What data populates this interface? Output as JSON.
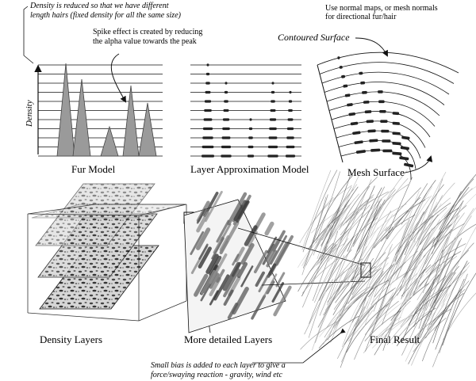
{
  "annotations": {
    "density_note_1": "Density is reduced so that we have different",
    "density_note_2": "length hairs (fixed density for all the same size)",
    "spike_note_1": "Spike effect is created by reducing",
    "spike_note_2": "the alpha value towards the peak",
    "normal_note_1": "Use normal maps, or mesh normals",
    "normal_note_2": "for directional fur/hair",
    "contoured_surface": "Contoured Surface",
    "bias_note_1": "Small bias is added to each layer to give a",
    "bias_note_2": "force/swaying reaction - gravity, wind etc"
  },
  "axis_label": "Density",
  "captions": {
    "fur_model": "Fur Model",
    "layer_approx": "Layer Approximation Model",
    "mesh_surface": "Mesh Surface",
    "density_layers": "Density Layers",
    "detailed_layers": "More detailed Layers",
    "final_result": "Final Result"
  },
  "colors": {
    "ink": "#111111",
    "spike_fill": "#9a9a9a",
    "fur_dark": "#3a3a3a",
    "fur_light": "#bdbdbd"
  }
}
